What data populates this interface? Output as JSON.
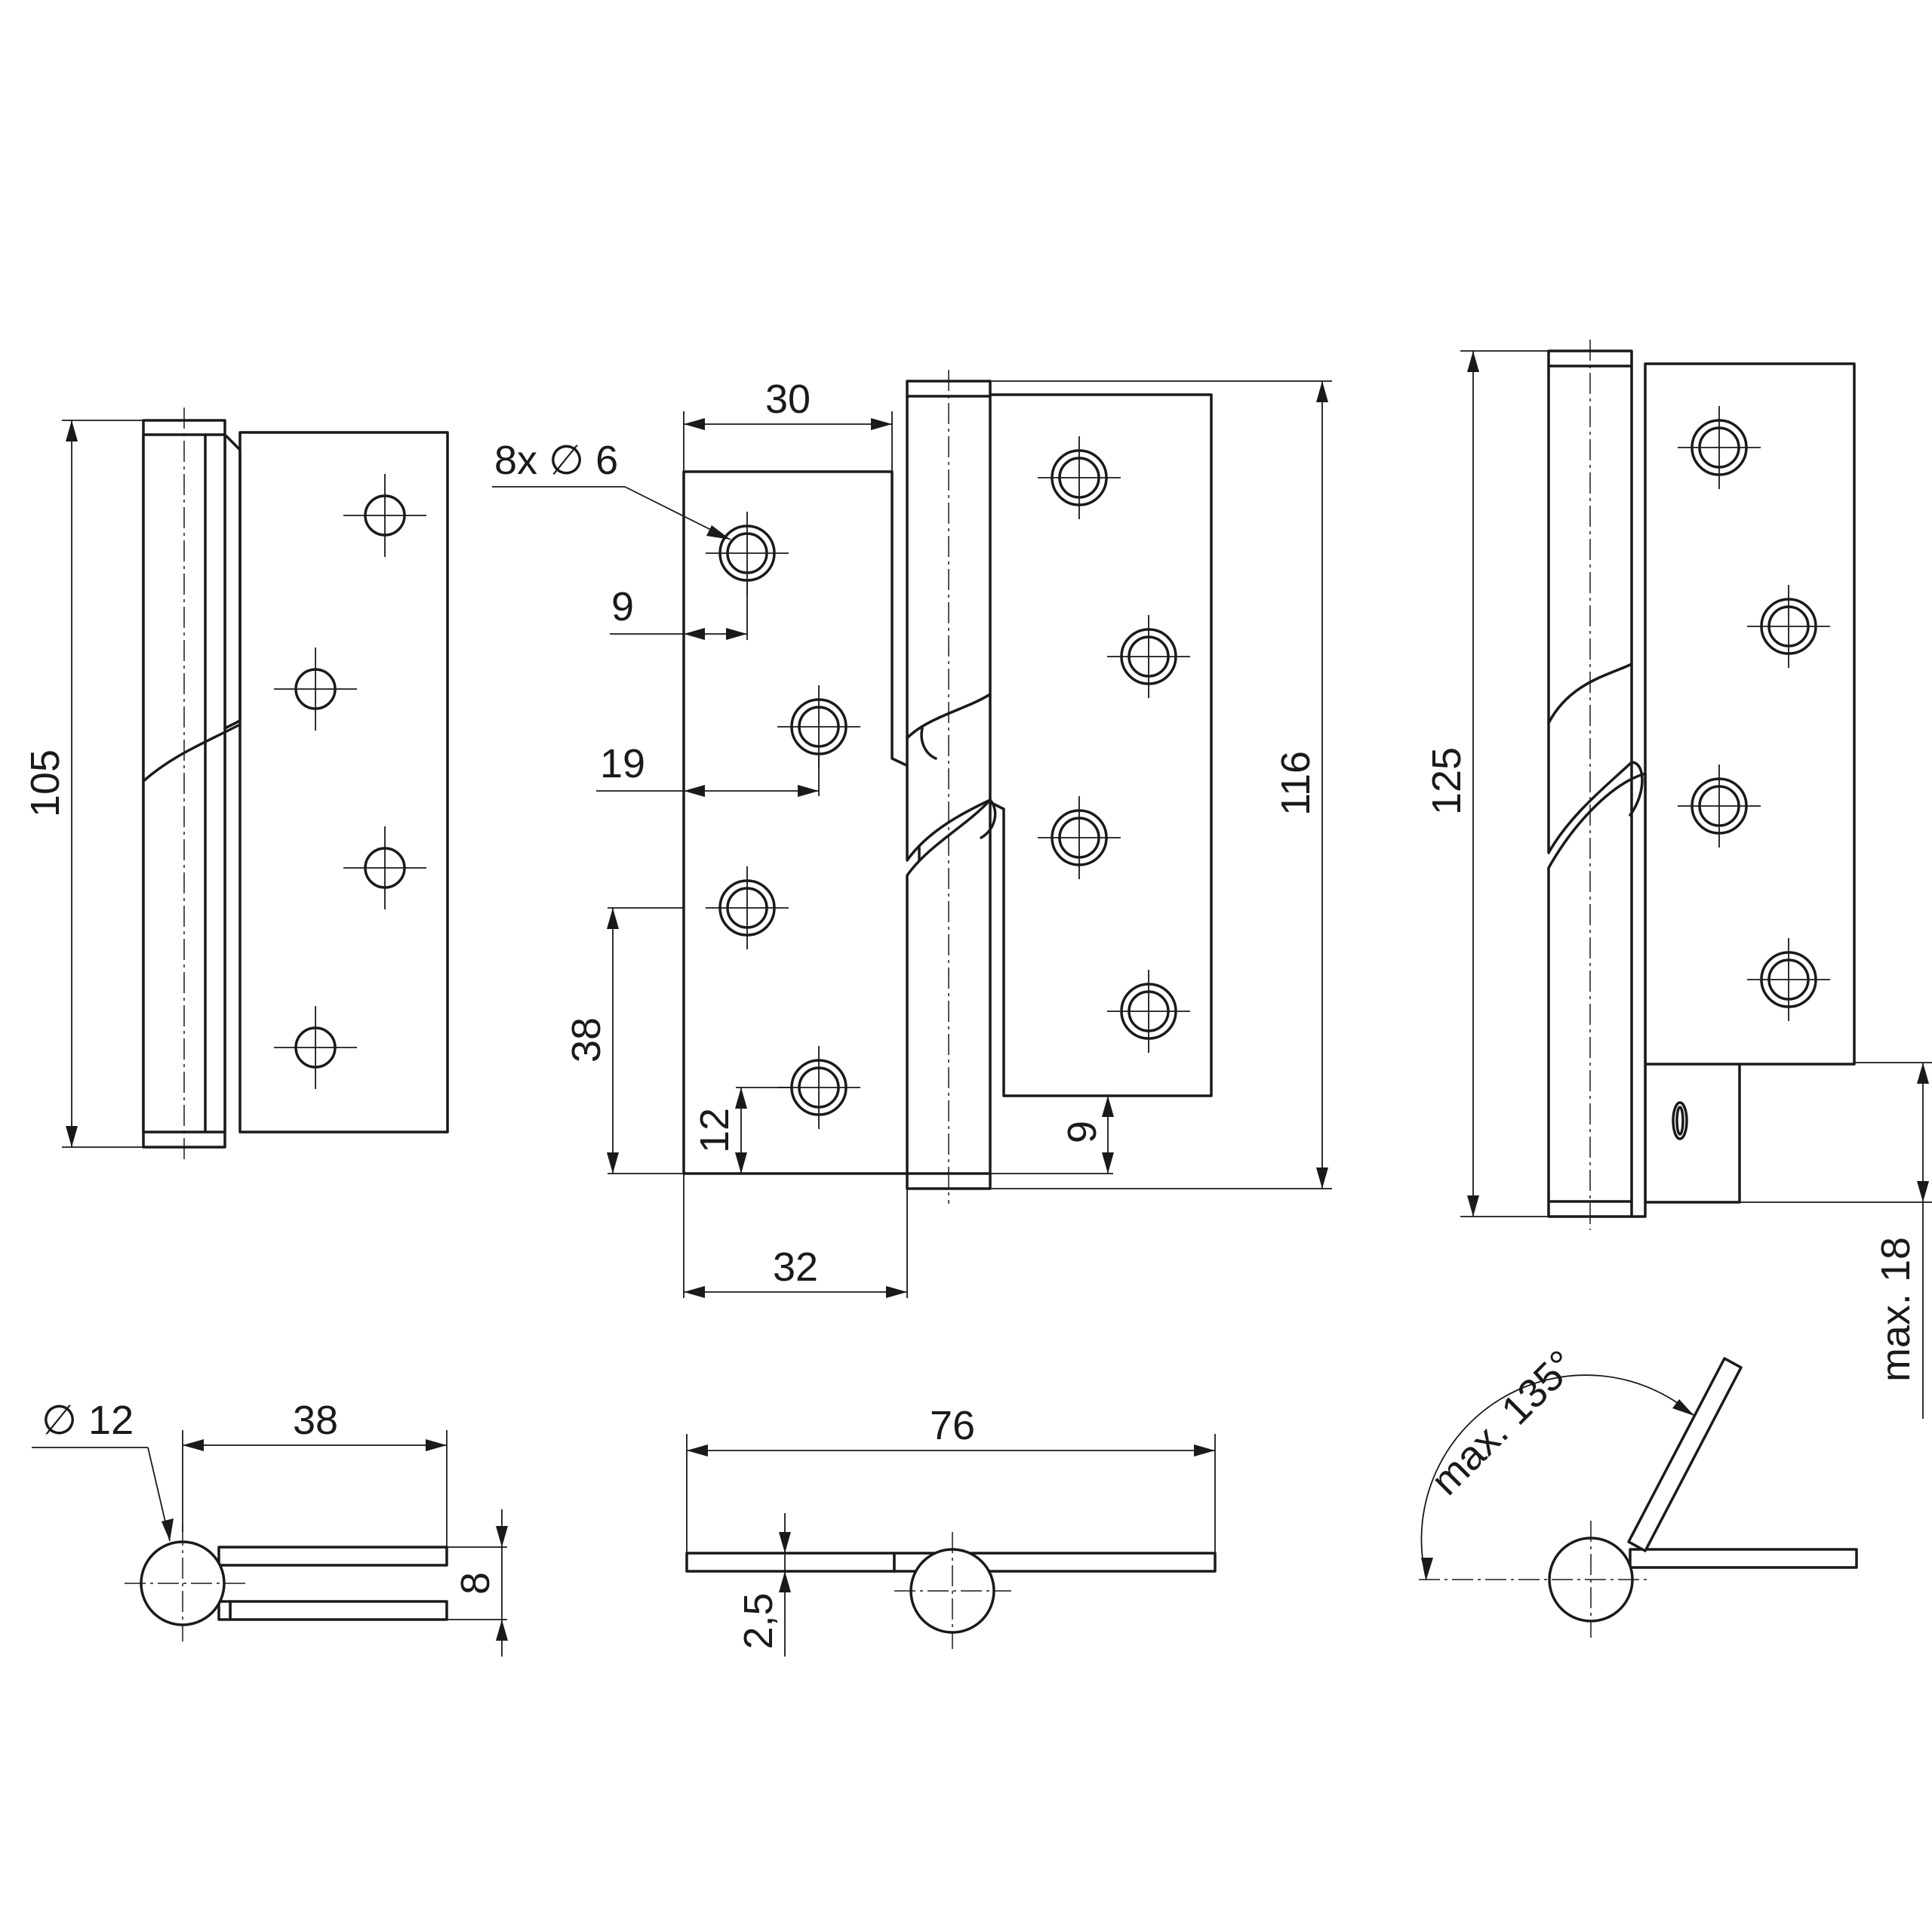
{
  "dimensions": {
    "left_height": "105",
    "mid_leaf_width": "30",
    "holes_spec": "8x ∅ 6",
    "hole_offset_9": "9",
    "hole_offset_19": "19",
    "hole_pitch_38": "38",
    "hole_bottom_12": "12",
    "leaf_bottom_9": "9",
    "mid_height": "116",
    "mid_leaf_32": "32",
    "right_height": "125",
    "max_18": "max. 18",
    "pin_diameter": "∅ 12",
    "top_leaf_38": "38",
    "thickness_8": "8",
    "open_width_76": "76",
    "plate_thickness": "2,5",
    "max_angle": "max. 135°"
  }
}
